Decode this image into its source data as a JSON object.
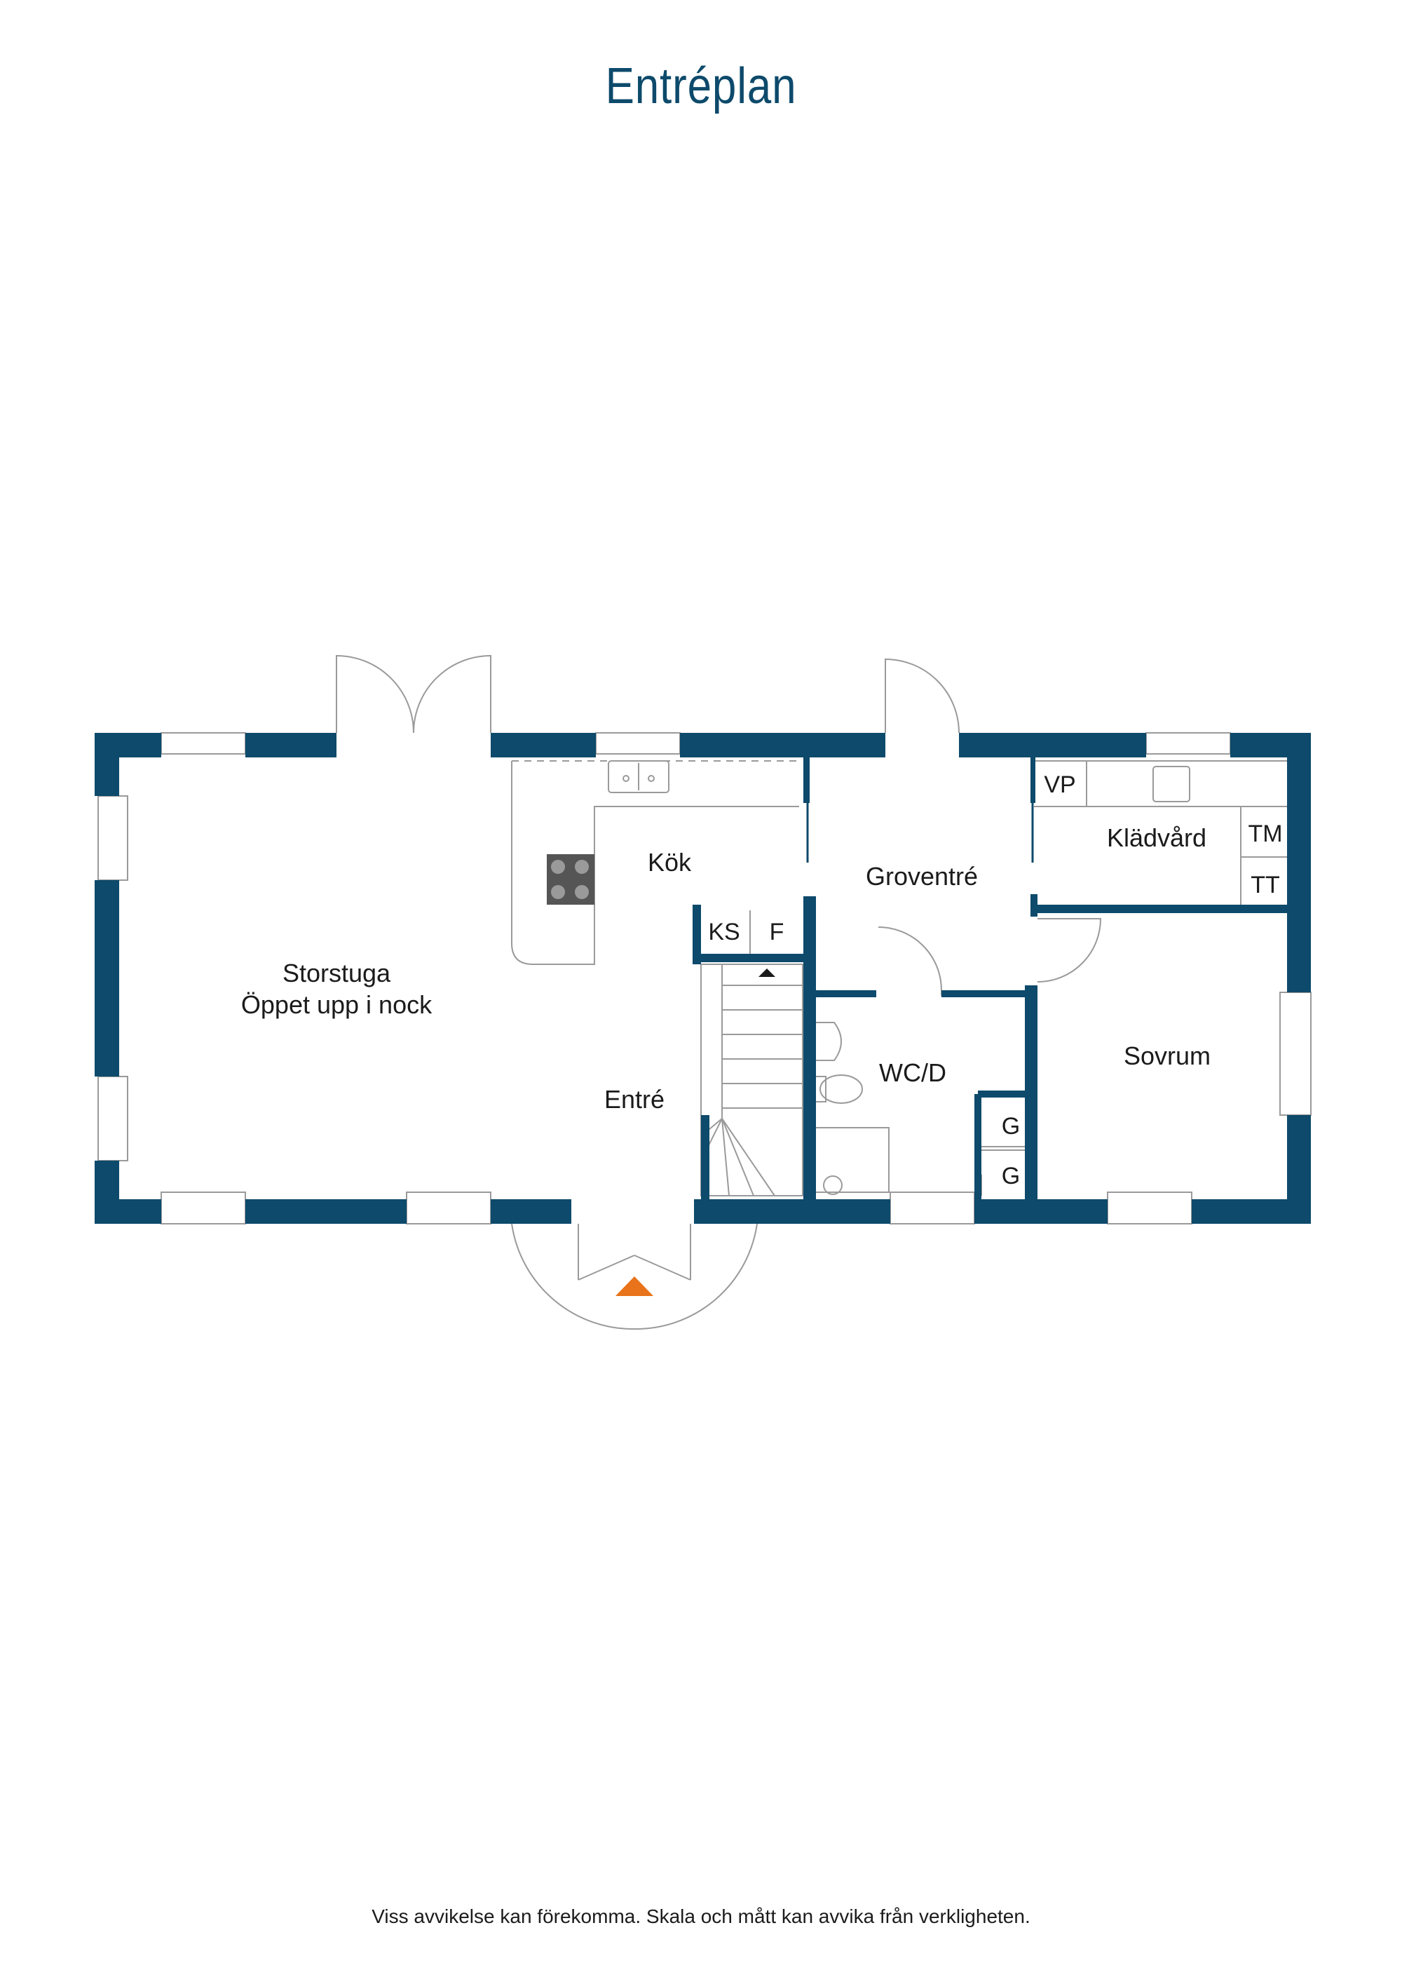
{
  "title": "Entréplan",
  "disclaimer": "Viss avvikelse kan förekomma. Skala och mått kan avvika från verkligheten.",
  "colors": {
    "wall": "#0d4a6b",
    "title": "#0d4a6b",
    "fixture_line": "#9a9a9a",
    "entrance_arrow": "#e8731a",
    "hob": "#555555"
  },
  "rooms": {
    "storstuga_line1": "Storstuga",
    "storstuga_line2": "Öppet upp i nock",
    "kok": "Kök",
    "groventre": "Groventré",
    "kladvard": "Klädvård",
    "sovrum": "Sovrum",
    "entre": "Entré",
    "wc": "WC/D"
  },
  "fixtures": {
    "ks": "KS",
    "f": "F",
    "vp": "VP",
    "tm": "TM",
    "tt": "TT",
    "g1": "G",
    "g2": "G"
  },
  "icons": {
    "entrance": "entrance-arrow-icon",
    "stair_direction": "stair-up-arrow-icon"
  }
}
